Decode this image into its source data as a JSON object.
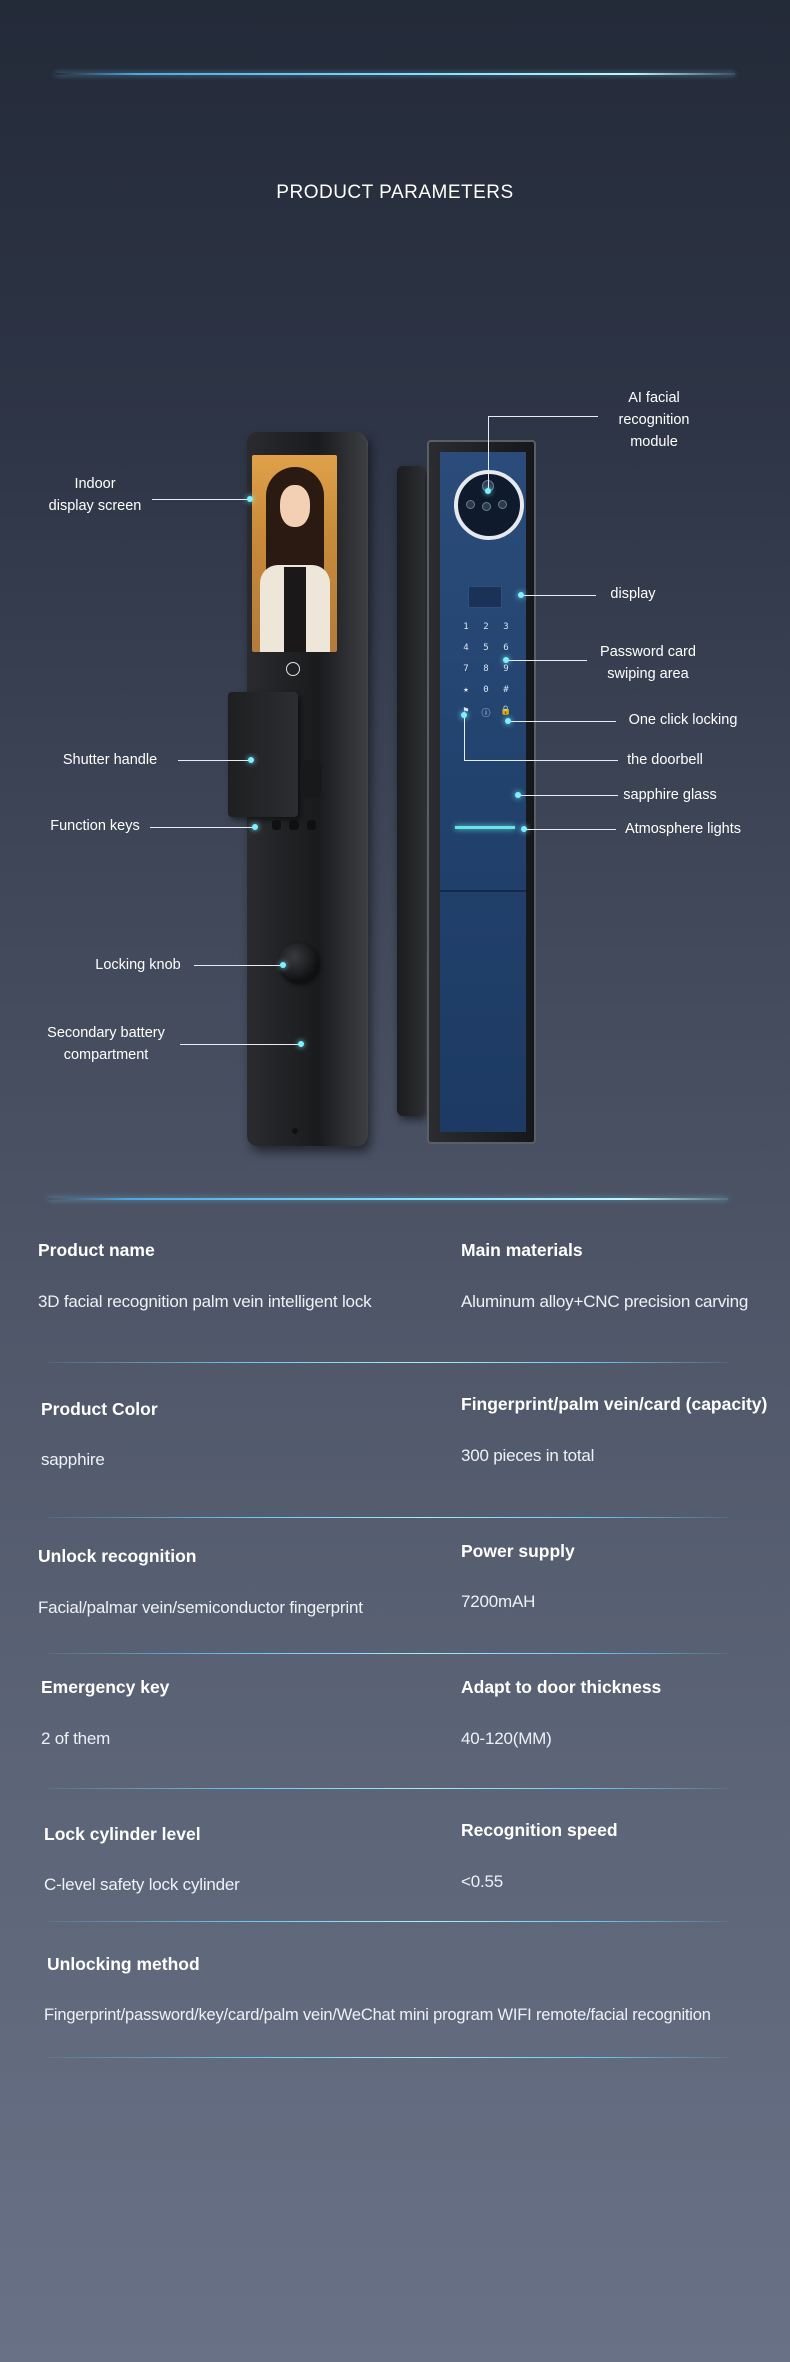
{
  "header": {
    "title": "PRODUCT PARAMETERS"
  },
  "callouts": {
    "indoor_display_screen": "Indoor\ndisplay screen",
    "ai_facial_module": "AI facial\nrecognition\nmodule",
    "display": "display",
    "password_card_area": "Password card\nswiping area",
    "one_click_locking": "One click locking",
    "doorbell": "the doorbell",
    "sapphire_glass": "sapphire glass",
    "atmosphere_lights": "Atmosphere lights",
    "shutter_handle": "Shutter handle",
    "function_keys": "Function keys",
    "locking_knob": "Locking knob",
    "secondary_battery": "Secondary battery\ncompartment"
  },
  "keypad": [
    "1",
    "2",
    "3",
    "4",
    "5",
    "6",
    "7",
    "8",
    "9",
    "★",
    "0",
    "#",
    "⚑",
    "ⓘ",
    "🔒"
  ],
  "colors": {
    "accent_line": "#7fe3ff",
    "callout_dot": "#7ff0ff",
    "panel_blue": "#22426e"
  },
  "specs": {
    "product_name": {
      "label": "Product name",
      "value": "3D facial recognition palm vein intelligent lock"
    },
    "main_materials": {
      "label": "Main materials",
      "value": "Aluminum alloy+CNC precision carving"
    },
    "product_color": {
      "label": "Product Color",
      "value": "sapphire"
    },
    "capacity": {
      "label": "Fingerprint/palm vein/card (capacity)",
      "value": "300 pieces in total"
    },
    "unlock_recognition": {
      "label": "Unlock recognition",
      "value": "Facial/palmar vein/semiconductor fingerprint"
    },
    "power_supply": {
      "label": "Power supply",
      "value": "7200mAH"
    },
    "emergency_key": {
      "label": "Emergency key",
      "value": "2 of them"
    },
    "door_thickness": {
      "label": "Adapt to door thickness",
      "value": "40-120(MM)"
    },
    "lock_cylinder": {
      "label": "Lock cylinder level",
      "value": "C-level safety lock cylinder"
    },
    "recognition_speed": {
      "label": "Recognition speed",
      "value": "<0.55"
    },
    "unlocking_method": {
      "label": "Unlocking method",
      "value": "Fingerprint/password/key/card/palm vein/WeChat mini program WIFI remote/facial recognition"
    }
  }
}
